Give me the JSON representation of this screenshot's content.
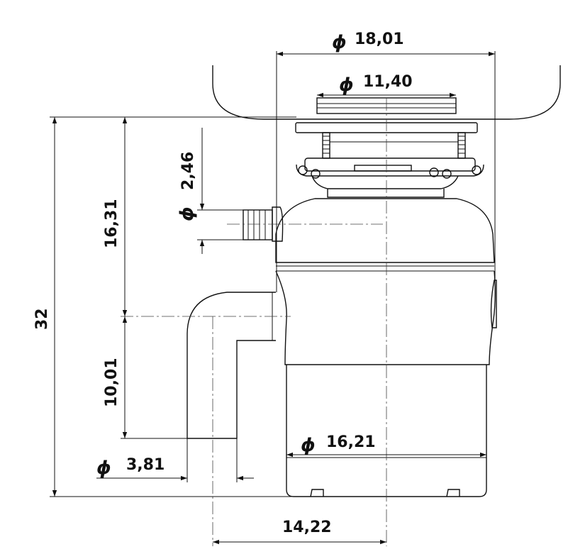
{
  "dimensions": {
    "flange_diameter": {
      "symbol": "ϕ",
      "value": "18,01"
    },
    "sink_opening_diameter": {
      "symbol": "ϕ",
      "value": "11,40"
    },
    "inlet_diameter": {
      "symbol": "ϕ",
      "value": "2,46"
    },
    "outlet_diameter": {
      "symbol": "ϕ",
      "value": "3,81"
    },
    "body_diameter": {
      "symbol": "ϕ",
      "value": "16,21"
    },
    "total_height": "32",
    "upper_height": "16,31",
    "lower_height": "10,01",
    "outlet_offset": "14,22"
  },
  "colors": {
    "line": "#111111",
    "background": "#ffffff"
  }
}
